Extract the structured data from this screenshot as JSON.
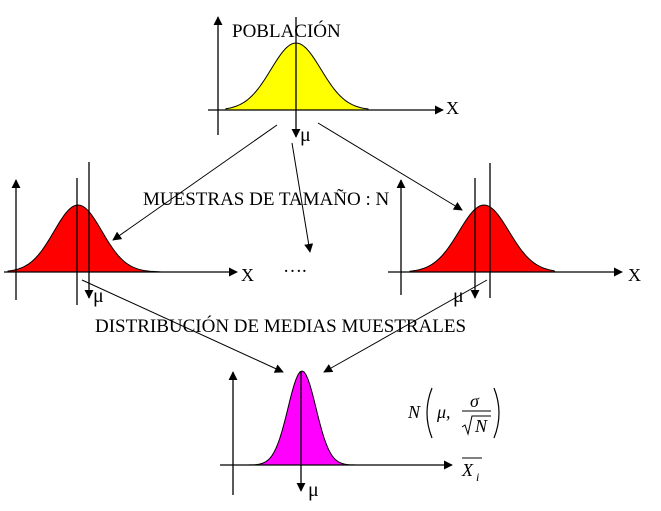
{
  "labels": {
    "population": "POBLACIÓN",
    "samples": "MUESTRAS DE TAMAÑO : N",
    "ellipsis": "….",
    "distribution": "DISTRIBUCIÓN DE MEDIAS MUESTRALES"
  },
  "axis": {
    "x": "X",
    "mu": "μ",
    "xbar": "X",
    "xbar_sub": "i"
  },
  "formula": {
    "N": "N",
    "mu": "μ,",
    "sigma": "σ",
    "sqrtN": "N"
  },
  "colors": {
    "population": "#ffff00",
    "samples": "#ff0000",
    "means": "#ff00ff",
    "line": "#000000"
  }
}
